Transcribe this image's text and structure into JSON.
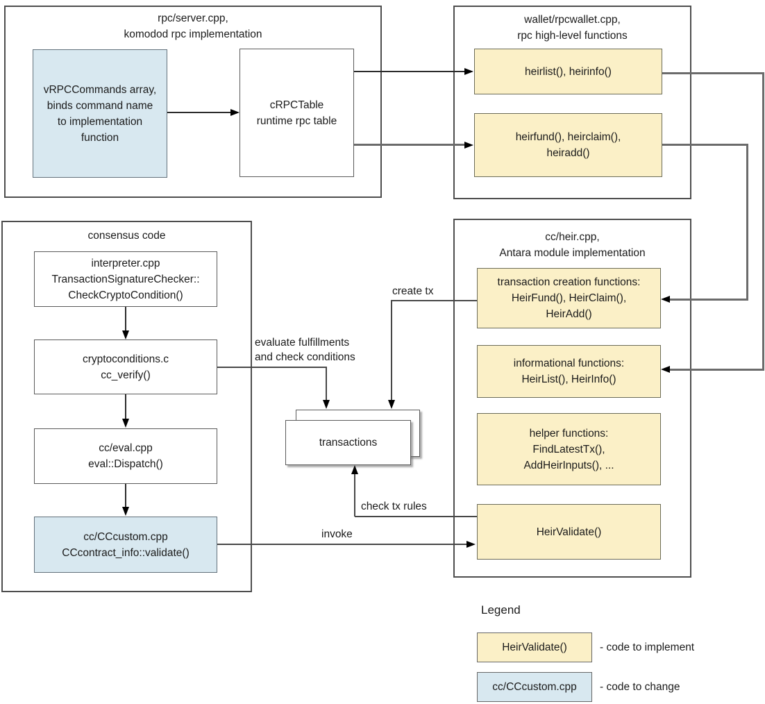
{
  "diagram": {
    "containers": {
      "rpc_server": {
        "title1": "rpc/server.cpp,",
        "title2": "komodod rpc implementation"
      },
      "wallet": {
        "title1": "wallet/rpcwallet.cpp,",
        "title2": "rpc high-level functions"
      },
      "consensus": {
        "title1": "consensus code"
      },
      "heir": {
        "title1": "cc/heir.cpp,",
        "title2": "Antara module implementation"
      }
    },
    "nodes": {
      "vrpc_commands": {
        "lines": [
          "vRPCCommands array,",
          "binds command name",
          "to implementation",
          "function"
        ]
      },
      "crpc_table": {
        "lines": [
          "cRPCTable",
          "runtime rpc table"
        ]
      },
      "heirlist_rpc": {
        "lines": [
          "heirlist(), heirinfo()"
        ]
      },
      "heirfund_rpc": {
        "lines": [
          "heirfund(), heirclaim(),",
          "heiradd()"
        ]
      },
      "interpreter": {
        "lines": [
          "interpreter.cpp",
          "TransactionSignatureChecker::",
          "CheckCryptoCondition()"
        ]
      },
      "cryptoconditions": {
        "lines": [
          "cryptoconditions.c",
          "cc_verify()"
        ]
      },
      "cc_eval": {
        "lines": [
          "cc/eval.cpp",
          "eval::Dispatch()"
        ]
      },
      "cc_custom": {
        "lines": [
          "cc/CCcustom.cpp",
          "CCcontract_info::validate()"
        ]
      },
      "tx_creation": {
        "lines": [
          "transaction creation functions:",
          "HeirFund(), HeirClaim(),",
          "HeirAdd()"
        ]
      },
      "informational": {
        "lines": [
          "informational functions:",
          "HeirList(), HeirInfo()"
        ]
      },
      "helper": {
        "lines": [
          "helper functions:",
          "FindLatestTx(),",
          "AddHeirInputs(), ..."
        ]
      },
      "heir_validate": {
        "lines": [
          "HeirValidate()"
        ]
      },
      "transactions": {
        "lines": [
          "transactions"
        ]
      }
    },
    "edge_labels": {
      "create_tx": "create tx",
      "evaluate1": "evaluate fulfillments",
      "evaluate2": "and check conditions",
      "check_tx_rules": "check tx rules",
      "invoke": "invoke"
    },
    "legend": {
      "title": "Legend",
      "items": [
        {
          "label": "HeirValidate()",
          "desc": "- code to implement"
        },
        {
          "label": "cc/CCcustom.cpp",
          "desc": "- code to change"
        }
      ]
    },
    "colors": {
      "implement_fill": "#fbf0c7",
      "change_fill": "#d8e8f0",
      "box_border": "#595959",
      "container_border": "#4d4d4d",
      "connector_gray": "#6b6b6b",
      "connector_black": "#2b2b2b"
    }
  }
}
